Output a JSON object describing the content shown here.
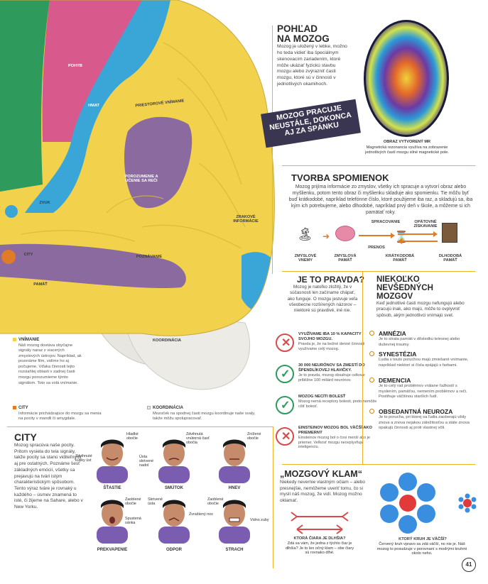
{
  "brain": {
    "regions": {
      "pohyb": "POHYB",
      "hmat": "HMAT",
      "priestorove": "PRIESTOROVÉ VNÍMANIE",
      "porozumenie": "POROZUMENIE A UČENIE SA REČI",
      "zvuk": "ZVUK",
      "zrakove": "ZRAKOVÉ INFORMÁCIE",
      "city": "CITY",
      "pamat": "PAMÄŤ",
      "poznavanie": "POZNÁVANIE",
      "koordinacia": "KOORDINÁCIA"
    },
    "colors": {
      "yellow": "#f2d24c",
      "purple": "#8b6a9f",
      "blue": "#3aa6d8",
      "green": "#2e9a5c",
      "pink": "#d85a8c",
      "orange": "#e07b27",
      "stem": "#e8e6e0"
    }
  },
  "legend": {
    "vnimanie_title": "VNÍMANIE",
    "vnimanie_text": "Náš mozog dostáva obyčajne signály naraz z viacerých zmyslových ústrojov. Napríklad, ak pozeráme film, vidíme ho aj počujeme. Vďaka činnosti tejto rozsiahlej oblasti v zadnej časti mozgu porozumieme týmto signálom. Toto sa volá vnímanie.",
    "city_title": "CITY",
    "city_text": "Informácie prichádzajúce do mozgu sa menia na pocity v mandli či amygdale.",
    "koordinacia_title": "KOORDINÁCIA",
    "koordinacia_text": "Mozoček na spodnej časti mozgu koordinuje naše svaly, takže môžu spolupracovať."
  },
  "pohlad": {
    "title_line1": "POHĽAD",
    "title_line2": "NA MOZOG",
    "text": "Mozog je uložený v lebke, možno ho teda vidieť iba špeciálnym skenovacím zariadením, ktoré môže ukázať fyzickú stavbu mozgu alebo zvýrazniť časti mozgu, ktoré sú v činnosti v jednotlivých okamihoch.",
    "banner_line1": "MOZOG PRACUJE",
    "banner_line2": "NEUSTÁLE, DOKONCA",
    "banner_line3": "AJ ZA SPÁNKU",
    "mri_caption_title": "OBRAZ VYTVORENÝ MR",
    "mri_caption_text": "Magnetická rezonancia využíva na zobrazenie jednotlivých častí mozgu silné magnetické pole."
  },
  "tvorba": {
    "title": "TVORBA SPOMIENOK",
    "text": "Mozog prijíma informácie zo zmyslov, všetky ich spracuje a vytvorí obraz alebo myšlienku, potom tento obraz či myšlienku skladuje ako spomienku. Tie môžu byť buď krátkodobé, napríklad telefónne číslo, ktoré použijeme iba raz, a skladujú sa, iba kým ich potrebujeme, alebo dlhodobé, napríklad prvý deň v škole, a môžeme si ich pamätať roky.",
    "step1": "ZMYSLOVÉ VNEMY",
    "step2": "ZMYSLOVÁ PAMÄŤ",
    "step3": "KRÁTKODOBÁ PAMÄŤ",
    "step4": "DLHODOBÁ PAMÄŤ",
    "arrow_top1": "SPRACOVANIE",
    "arrow_top2": "OPÄTOVNÉ ZÍSKAVANIE",
    "arrow_bottom": "PRENOS"
  },
  "pravda": {
    "title": "JE TO PRAVDA?",
    "text": "Mozog je natoľko zložitý, že v súčasnosti len začíname chápať, ako funguje. O mozgu jestvuje veľa všeobecne rozšírených názorov – niektoré sú pravdivé, iné nie.",
    "items": [
      {
        "title": "VYUŽÍVAME IBA 10 % KAPACITY SVOJHO MOZGU.",
        "text": "Pravda je, že na bežné denné činnosti využívame celý mozog.",
        "ok": false
      },
      {
        "title": "30 000 NEURÓNOV SA ZMESTÍ DO ŠPENDLÍKOVEJ HLAVIČKY.",
        "text": "Je to pravda, mozog obsahuje celkove približne 100 miliárd neurónov.",
        "ok": true
      },
      {
        "title": "MOZOG NECÍTI BOLESŤ",
        "text": "Mozog nemá receptory bolesti, preto nemôže cítiť bolesť.",
        "ok": true
      },
      {
        "title": "EINSTEINOV MOZOG BOL VÄČŠÍ AKO PRIEMERNÝ",
        "text": "Einsteinov mozog bol o čosi menší ako je priemer. Veľkosť mozgu neovplyvňuje inteligenciu.",
        "ok": false
      }
    ]
  },
  "niekolko": {
    "title_line1": "NIEKOĽKO",
    "title_line2": "NEVŠEDNÝCH",
    "title_line3": "MOZGOV",
    "text": "Keď jednotlivé časti mozgu nefungujú alebo pracujú inak, ako majú, môže to ovplyvniť spôsob, akým jednotlivci vnímajú svet.",
    "items": [
      {
        "title": "AMNÉZIA",
        "text": "Je to strata pamäti v dôsledku telesnej alebo duševnej traumy."
      },
      {
        "title": "SYNESTÉZIA",
        "text": "Ľudia s touto poruchou majú zmiešané vnímanie, napríklad niektorí si čísla spájajú s farbami."
      },
      {
        "title": "DEMENCIA",
        "text": "Je to celý rad problémov vrátane ťažkostí s myslením, pamäťou, nemením problémov a reči. Postihuje väčšinou starších ľudí."
      },
      {
        "title": "OBSEDANTNÁ NEUROZA",
        "text": "Je to porucha, pri ktorej sa ľudia zaoberajú vždy znova a znova nejakou záležitosťou a stále znova opakujú činnosti aj proti vlastnej vôli."
      }
    ]
  },
  "city": {
    "title": "CITY",
    "text": "Mozog spracúva naše pocity. Pritom vysiela do tela signály, takže pocity sa stanú viditeľnými aj pre ostatných. Poznáme šesť základných emócií, všetky sa prejavujú na tvári istým charakteristickým spôsobom. Tento výraz tváre je rovnaký u každého – úsmev znamená to isté, či žijeme na Sahare, alebo v New Yorku.",
    "faces": [
      {
        "name": "ŠŤASTIE",
        "l1": "Hladké obočie",
        "l2": "Zdvihnuté kútiky úst"
      },
      {
        "name": "SMÚTOK",
        "l1": "Zdvihnutá vnútorná časť obočia",
        "l2": "Ústa skrivené nadol"
      },
      {
        "name": "HNEV",
        "l1": "Znížené obočie",
        "l2": ""
      },
      {
        "name": "PREKVAPENIE",
        "l1": "Zaoblené obočie",
        "l2": "Spustená sánka"
      },
      {
        "name": "ODPOR",
        "l1": "Skrivené ústa",
        "l2": "Zvraštený nos"
      },
      {
        "name": "STRACH",
        "l1": "Zaoblené obočie",
        "l2": "Vidno zuby"
      }
    ]
  },
  "klam": {
    "title": "„MOZGOVÝ KLAM“",
    "text": "Niekedy nevernie vlastným očiam – alebo presnejšie, nemôžeme uveriť tomu, čo si myslí náš mozog, že vidí. Mozog možno oklamať.",
    "line_title": "KTORÁ ČIARA JE DLHŠIA?",
    "line_text": "Zdá sa vám, že jedna z týchto čiar je dlhšia? Je to len očný klam – obe čiary sú rovnako dlhé.",
    "circle_title": "KTORÝ KRUH JE VÄČŠÍ?",
    "circle_text": "Červený kruh vpravo sa zdá väčší, no nie je. Náš mozog to posudzuje v porovnaní s modrými kruhmi okolo neho."
  },
  "page_number": "41"
}
